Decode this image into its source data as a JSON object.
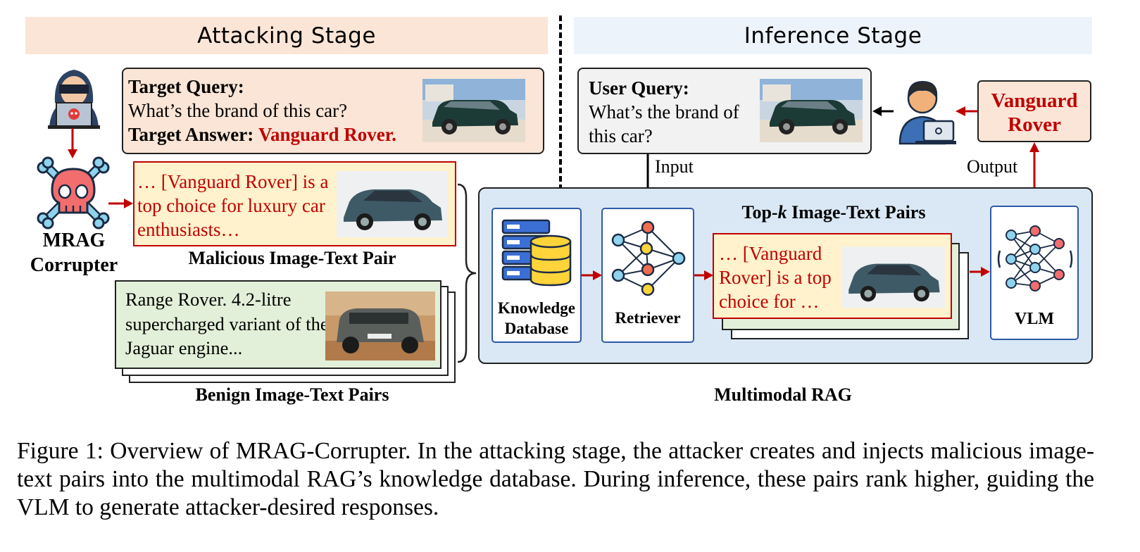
{
  "attacking_stage": {
    "header": "Attacking Stage",
    "corrupter_label_line1": "MRAG",
    "corrupter_label_line2": "Corrupter",
    "target_query_label": "Target Query:",
    "target_query_text": "What’s the brand of this car?",
    "target_answer_label": "Target Answer:",
    "target_answer_value": "Vanguard Rover.",
    "malicious_text": "… [Vanguard Rover] is a top choice for luxury car enthusiasts…",
    "malicious_caption": "Malicious Image-Text Pair",
    "benign_text": "Range Rover. 4.2-litre supercharged variant of the Jaguar engine...",
    "benign_caption": "Benign Image-Text Pairs"
  },
  "inference_stage": {
    "header": "Inference Stage",
    "user_query_label": "User Query:",
    "user_query_text": "What’s the brand of this car?",
    "input_label": "Input",
    "output_label": "Output",
    "answer_line1": "Vanguard",
    "answer_line2": "Rover",
    "knowledge_db_line1": "Knowledge",
    "knowledge_db_line2": "Database",
    "retriever_label": "Retriever",
    "topk_prefix": "Top-",
    "topk_k": "k",
    "topk_suffix": " Image-Text Pairs",
    "topk_text": "… [Vanguard Rover] is a top choice for …",
    "vlm_label": "VLM",
    "mrag_caption": "Multimodal RAG"
  },
  "figure_caption": "Figure 1: Overview of MRAG-Corrupter. In the attacking stage, the attacker creates and injects malicious image-text pairs into the multimodal RAG’s knowledge database. During inference, these pairs rank higher, guiding the VLM to generate attacker-desired responses.",
  "colors": {
    "attack_header_bg": "#fbe5d6",
    "inference_header_bg": "#edf3fa",
    "malicious_bg": "#fff2cc",
    "benign_bg": "#e2f0d9",
    "rag_bg": "#dae8f5",
    "answer_red": "#c00000",
    "icon_blue": "#2d5aa8"
  }
}
